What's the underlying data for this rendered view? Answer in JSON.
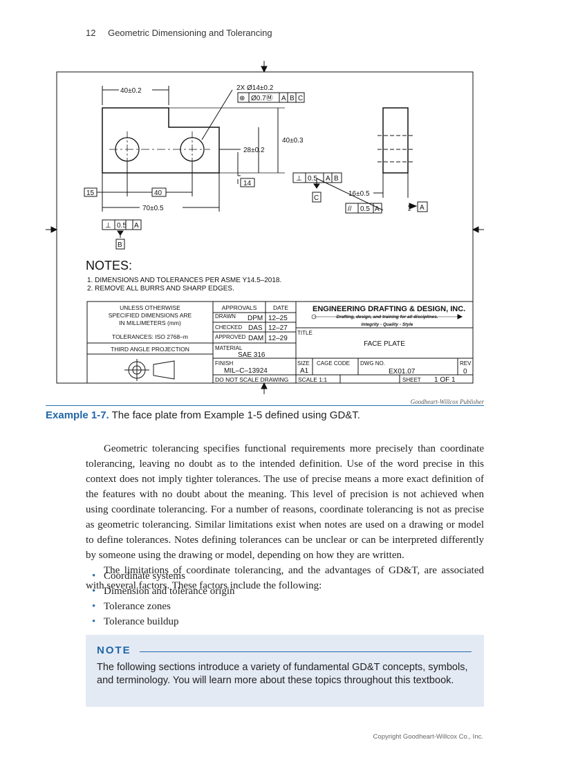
{
  "header": {
    "page_number": "12",
    "running_title": "Geometric Dimensioning and Tolerancing"
  },
  "drawing": {
    "dims": {
      "width_top": "40±0.2",
      "hole_callout": "2X  Ø14±0.2",
      "hole_fcf": [
        "⊕",
        "Ø0.7Ⓜ",
        "A",
        "B",
        "C"
      ],
      "height_40": "40±0.3",
      "height_28": "28±0.2",
      "basic_14": "14",
      "basic_15": "15",
      "basic_40": "40",
      "overall_70": "70±0.5",
      "perp_right": [
        "⊥",
        "0.5",
        "A",
        "B"
      ],
      "datum_c": "C",
      "thickness_16": "16±0.5",
      "parallel": [
        "//",
        "0.5",
        "A"
      ],
      "datum_a": "A",
      "perp_left": [
        "⊥",
        "0.5",
        "A"
      ],
      "datum_b": "B"
    },
    "notes": {
      "heading": "NOTES:",
      "items": [
        "1.   DIMENSIONS AND TOLERANCES PER ASME Y14.5–2018.",
        "2.   REMOVE ALL BURRS AND SHARP EDGES."
      ]
    },
    "title_block": {
      "unless": [
        "UNLESS OTHERWISE",
        "SPECIFIED DIMENSIONS ARE",
        "IN MILLIMETERS (mm)"
      ],
      "tolerances": "TOLERANCES: ISO 2768–m",
      "projection": "THIRD ANGLE PROJECTION",
      "approvals": "APPROVALS",
      "date": "DATE",
      "drawn_label": "DRAWN",
      "drawn_by": "DPM",
      "drawn_date": "12–25",
      "checked_label": "CHECKED",
      "checked_by": "DAS",
      "checked_date": "12–27",
      "approved_label": "APPROVED",
      "approved_by": "DAM",
      "approved_date": "12–29",
      "material_label": "MATERIAL",
      "material": "SAE 316",
      "finish_label": "FINISH",
      "finish": "MIL–C–13924",
      "do_not_scale": "DO NOT SCALE DRAWING",
      "company": "ENGINEERING DRAFTING & DESIGN, INC.",
      "tagline1": "Drafting, design, and training for all disciplines.",
      "tagline2": "Integrity - Quality - Style",
      "title_label": "TITLE",
      "title": "FACE PLATE",
      "size_label": "SIZE",
      "size": "A1",
      "cage_label": "CAGE CODE",
      "dwg_label": "DWG NO.",
      "dwg": "EX01.07",
      "rev_label": "REV",
      "rev": "0",
      "scale": "SCALE 1:1",
      "sheet_label": "SHEET",
      "sheet": "1 OF 1"
    }
  },
  "credit": "Goodheart-Willcox Publisher",
  "caption": {
    "label": "Example 1-7.",
    "text": " The face plate from Example 1-5 defined using GD&T."
  },
  "paragraphs": [
    "Geometric tolerancing specifies functional requirements more precisely than coordinate tolerancing, leaving no doubt as to the intended definition. Use of the word precise in this context does not imply tighter tolerances. The use of precise means a more exact definition of the features with no doubt about the meaning. This level of precision is not achieved when using coordinate tolerancing. For a number of reasons, coordinate tolerancing is not as precise as geometric tolerancing. Similar limitations exist when notes are used on a drawing or model to define tolerances. Notes defining tolerances can be unclear or can be interpreted differently by someone using the drawing or model, depending on how they are written.",
    "The limitations of coordinate tolerancing, and the advantages of GD&T, are associated with several factors. These factors include the following:"
  ],
  "bullets": [
    "Coordinate systems",
    "Dimension and tolerance origin",
    "Tolerance zones",
    "Tolerance buildup"
  ],
  "note": {
    "title": "NOTE",
    "text": "The following sections introduce a variety of fundamental GD&T concepts, symbols, and terminology. You will learn more about these topics throughout this textbook."
  },
  "footer": "Copyright Goodheart-Willcox Co., Inc."
}
